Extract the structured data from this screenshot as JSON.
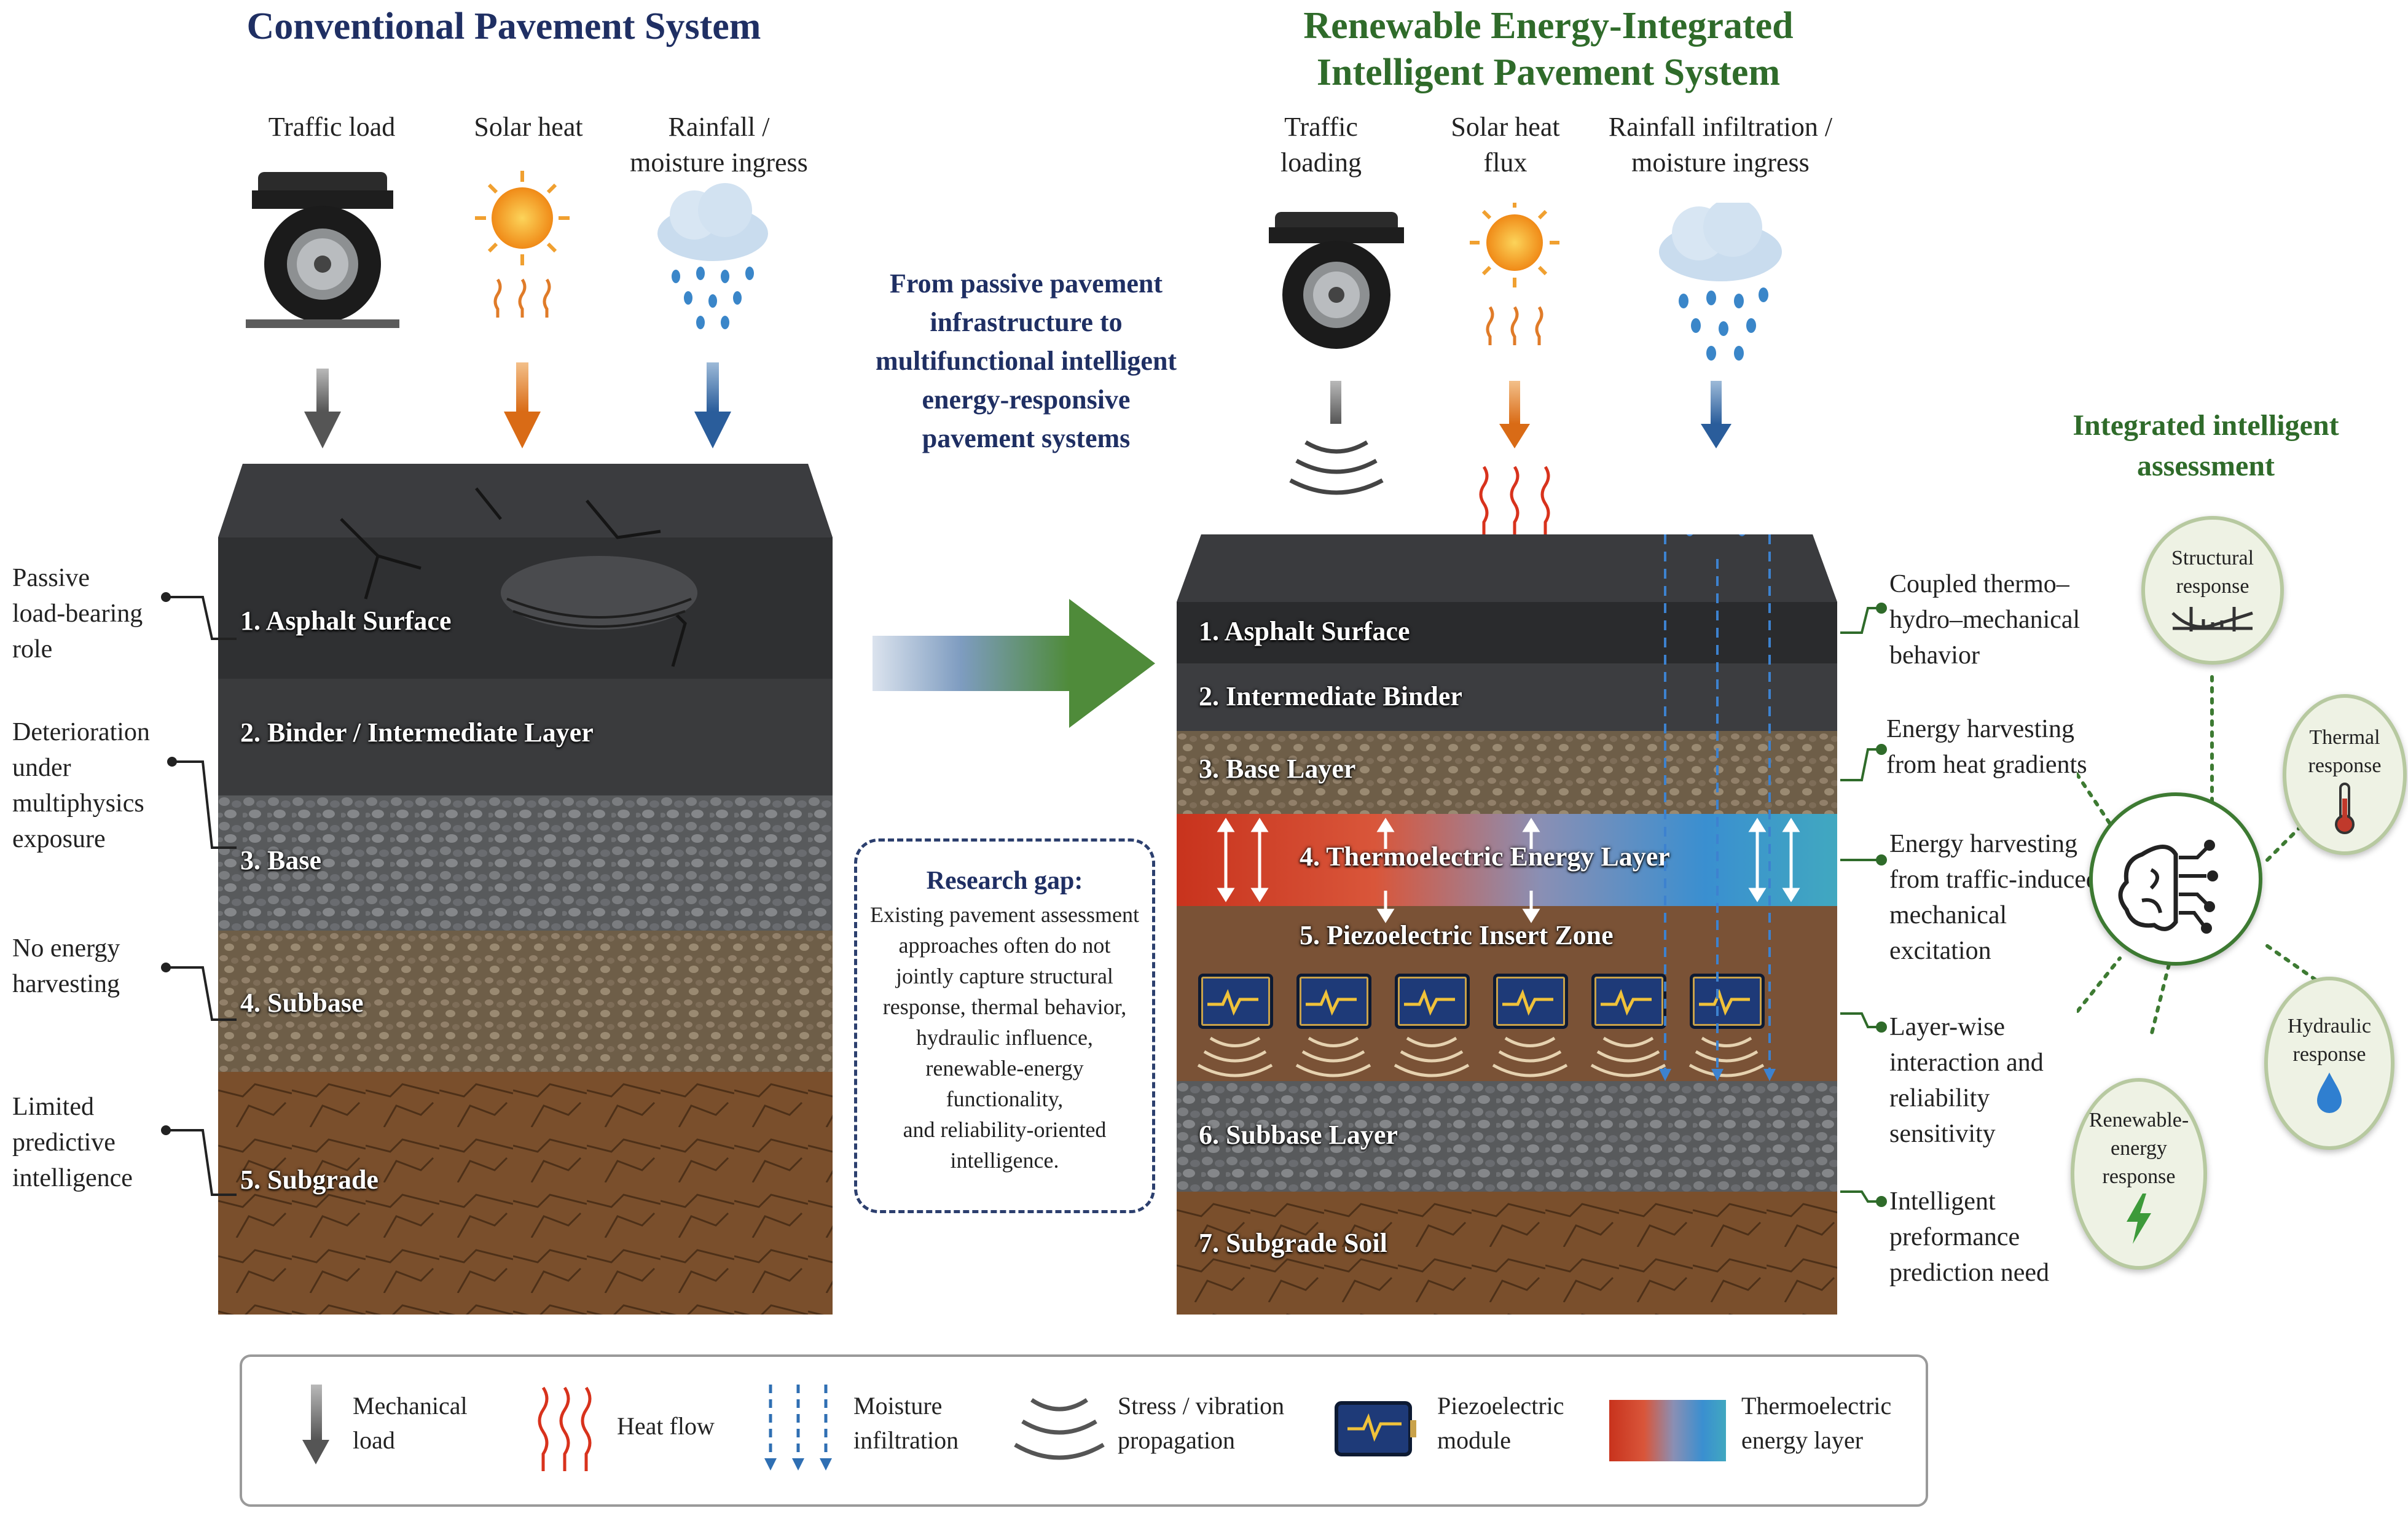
{
  "left_panel": {
    "title": "Conventional Pavement System",
    "inputs": [
      {
        "label_line1": "Traffic load",
        "label_line2": ""
      },
      {
        "label_line1": "Solar heat",
        "label_line2": ""
      },
      {
        "label_line1": "Rainfall /",
        "label_line2": "moisture ingress"
      }
    ],
    "layers": [
      "1. Asphalt Surface",
      "2. Binder / Intermediate Layer",
      "3. Base",
      "4. Subbase",
      "5. Subgrade"
    ],
    "annotations": [
      {
        "lines": [
          "Passive",
          "load-bearing",
          "role"
        ]
      },
      {
        "lines": [
          "Deterioration",
          "under",
          "multiphysics",
          "exposure"
        ]
      },
      {
        "lines": [
          "No energy",
          "harvesting"
        ]
      },
      {
        "lines": [
          "Limited",
          "predictive",
          "intelligence"
        ]
      }
    ]
  },
  "center": {
    "transition_text": [
      "From passive pavement",
      "infrastructure to",
      "multifunctional intelligent",
      "energy-responsive",
      "pavement systems"
    ],
    "research_gap": {
      "title": "Research gap:",
      "lines": [
        "Existing pavement assessment",
        "approaches often do not",
        "jointly capture structural",
        "response, thermal behavior,",
        "hydraulic influence,",
        "renewable-energy functionality,",
        "and reliability-oriented",
        "intelligence."
      ]
    }
  },
  "right_panel": {
    "title_line1": "Renewable Energy-Integrated",
    "title_line2": "Intelligent Pavement System",
    "inputs": [
      {
        "label_line1": "Traffic",
        "label_line2": "loading"
      },
      {
        "label_line1": "Solar heat",
        "label_line2": "flux"
      },
      {
        "label_line1": "Rainfall infiltration /",
        "label_line2": "moisture ingress"
      }
    ],
    "layers": [
      "1. Asphalt Surface",
      "2. Intermediate Binder",
      "3. Base Layer",
      "4. Thermoelectric Energy Layer",
      "5. Piezoelectric Insert Zone",
      "6. Subbase Layer",
      "7. Subgrade Soil"
    ],
    "annotations": [
      {
        "lines": [
          "Coupled thermo–",
          "hydro–mechanical",
          "behavior"
        ]
      },
      {
        "lines": [
          "Energy harvesting",
          "from heat gradients"
        ]
      },
      {
        "lines": [
          "Energy harvesting",
          "from traffic-induced",
          "mechanical",
          "excitation"
        ]
      },
      {
        "lines": [
          "Layer-wise",
          "interaction and",
          "reliability",
          "sensitivity"
        ]
      },
      {
        "lines": [
          "Intelligent",
          "preformance",
          "prediction need"
        ]
      }
    ]
  },
  "assessment": {
    "title_line1": "Integrated intelligent",
    "title_line2": "assessment",
    "nodes": [
      {
        "lines": [
          "Structural",
          "response"
        ],
        "icon": "bridge-icon"
      },
      {
        "lines": [
          "Thermal",
          "response"
        ],
        "icon": "thermometer-icon"
      },
      {
        "lines": [
          "Hydraulic",
          "response"
        ],
        "icon": "water-drop-icon"
      },
      {
        "lines": [
          "Renewable-",
          "energy",
          "response"
        ],
        "icon": "lightning-icon"
      }
    ],
    "hub_icon": "brain-circuit-icon"
  },
  "legend": {
    "items": [
      {
        "lines": [
          "Mechanical",
          "load"
        ],
        "icon": "down-arrow-icon"
      },
      {
        "lines": [
          "Heat flow"
        ],
        "icon": "heat-wave-icon"
      },
      {
        "lines": [
          "Moisture",
          "infiltration"
        ],
        "icon": "dashed-arrows-icon"
      },
      {
        "lines": [
          "Stress / vibration",
          "propagation"
        ],
        "icon": "vibration-arcs-icon"
      },
      {
        "lines": [
          "Piezoelectric",
          "module"
        ],
        "icon": "piezo-module-icon"
      },
      {
        "lines": [
          "Thermoelectric",
          "energy layer"
        ],
        "icon": "thermoelectric-gradient-icon"
      }
    ]
  },
  "colors": {
    "title_blue": "#1f2f63",
    "title_green": "#2f6b2a",
    "heat_orange": "#e07b28",
    "rain_blue": "#2f6fb3",
    "thermo_red": "#d23a22",
    "thermo_blue": "#3a8fd0"
  }
}
